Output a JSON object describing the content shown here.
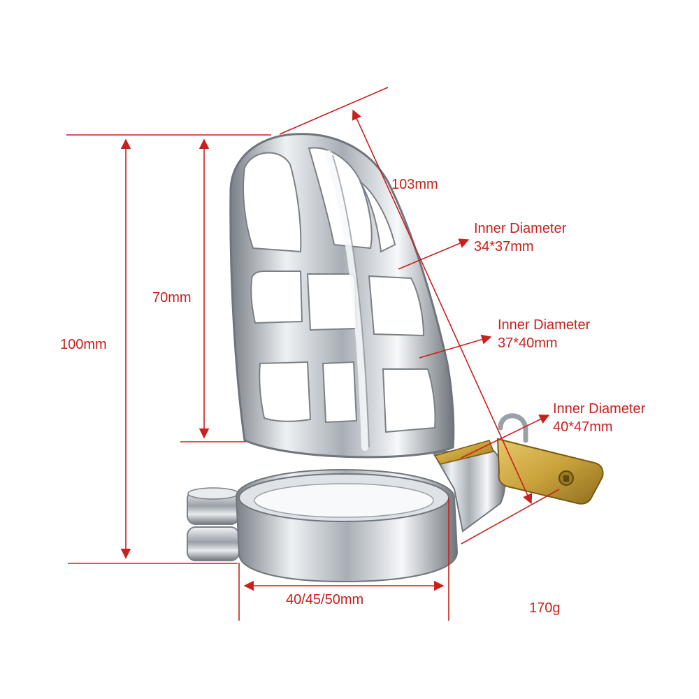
{
  "dimensions": {
    "total_height": "100mm",
    "cage_height": "70mm",
    "cage_length": "103mm",
    "ring_width": "40/45/50mm"
  },
  "inner_diameters": [
    {
      "title": "Inner Diameter",
      "value": "34*37mm"
    },
    {
      "title": "Inner Diameter",
      "value": "37*40mm"
    },
    {
      "title": "Inner Diameter",
      "value": "40*47mm"
    }
  ],
  "weight": "170g",
  "colors": {
    "annotation": "#c8201c",
    "metal_light": "#f4f6f8",
    "metal_mid": "#b9bec4",
    "metal_dark": "#6f757c",
    "brass": "#c9a23a"
  }
}
